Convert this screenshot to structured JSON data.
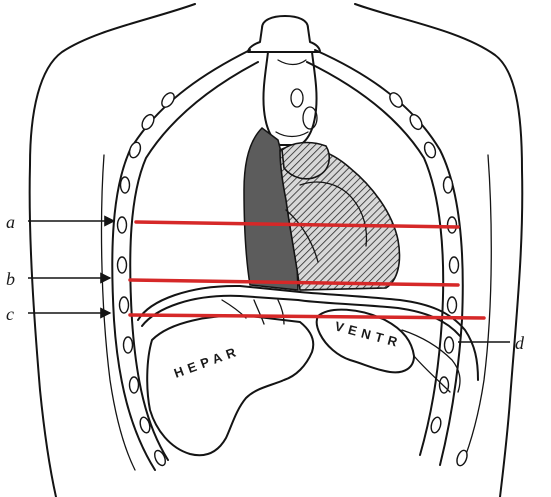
{
  "labels": {
    "a": "a",
    "b": "b",
    "c": "c",
    "d": "d"
  },
  "organs": {
    "liver": "HEPAR",
    "stomach": "VENTR"
  },
  "colors": {
    "ink": "#141414",
    "red_line": "#d62828",
    "background": "#ffffff"
  }
}
